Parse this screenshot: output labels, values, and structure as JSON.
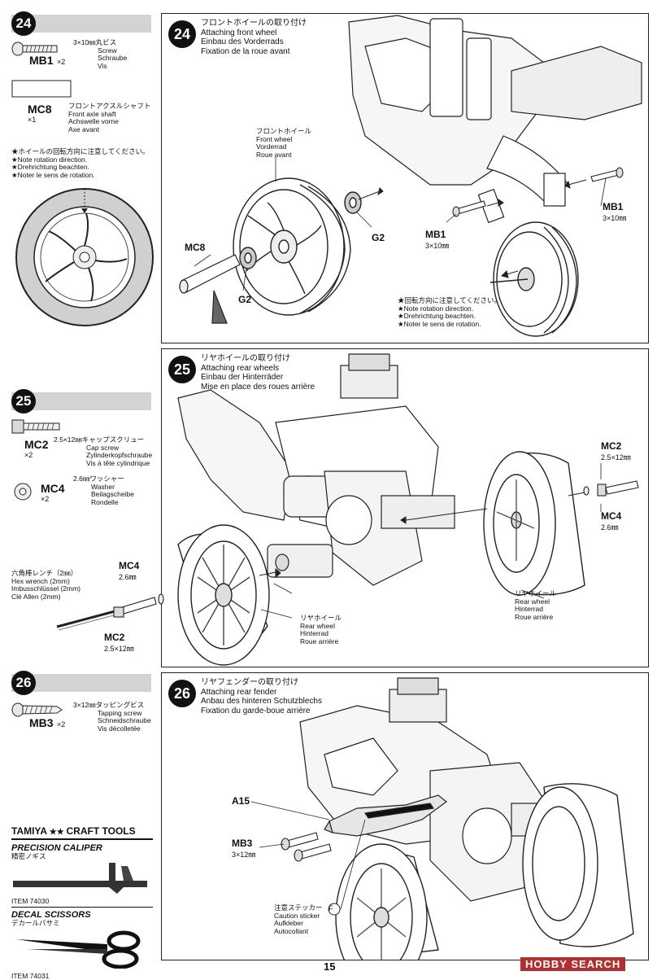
{
  "page_number": "15",
  "left_column": {
    "step24": {
      "number": "24",
      "parts": [
        {
          "code": "MB1",
          "qty": "×2",
          "desc_jp": "3×10㎜丸ビス",
          "desc": [
            "Screw",
            "Schraube",
            "Vis"
          ]
        },
        {
          "code": "MC8",
          "qty": "×1",
          "desc_jp": "フロントアクスルシャフト",
          "desc": [
            "Front axle shaft",
            "Achswelle vorne",
            "Axe avant"
          ]
        }
      ],
      "note": [
        "★ホイールの回転方向に注意してください。",
        "★Note rotation direction.",
        "★Drehrichtung beachten.",
        "★Noter le sens de rotation."
      ]
    },
    "step25": {
      "number": "25",
      "parts": [
        {
          "code": "MC2",
          "qty": "×2",
          "desc_jp": "2.5×12㎜キャップスクリュー",
          "desc": [
            "Cap screw",
            "Zylinderkopfschraube",
            "Vis à tête cylindrique"
          ]
        },
        {
          "code": "MC4",
          "qty": "×2",
          "desc_jp": "2.6㎜ワッシャー",
          "desc": [
            "Washer",
            "Beilagscheibe",
            "Rondelle"
          ]
        }
      ]
    },
    "step26": {
      "number": "26",
      "parts": [
        {
          "code": "MB3",
          "qty": "×2",
          "desc_jp": "3×12㎜タッピングビス",
          "desc": [
            "Tapping screw",
            "Schneidschraube",
            "Vis décolletée"
          ]
        }
      ]
    },
    "tools": {
      "brand": "TAMIYA",
      "brand_suffix": "CRAFT TOOLS",
      "items": [
        {
          "name": "PRECISION CALIPER",
          "name_jp": "精密ノギス",
          "item": "ITEM 74030"
        },
        {
          "name": "DECAL SCISSORS",
          "name_jp": "デカールバサミ",
          "item": "ITEM 74031"
        }
      ]
    }
  },
  "panels": {
    "p24": {
      "number": "24",
      "title": [
        "フロントホイールの取り付け",
        "Attaching front wheel",
        "Einbau des Vorderrads",
        "Fixation de la roue avant"
      ],
      "labels": {
        "front_wheel": [
          "フロントホイール",
          "Front wheel",
          "Vorderrad",
          "Roue avant"
        ],
        "mc8": "MC8",
        "g2_a": "G2",
        "g2_b": "G2",
        "mb1_a": "MB1",
        "mb1_a_size": "3×10㎜",
        "mb1_b": "MB1",
        "mb1_b_size": "3×10㎜",
        "note": [
          "★回転方向に注意してください。",
          "★Note rotation direction.",
          "★Drehrichtung beachten.",
          "★Noter le sens de rotation."
        ]
      }
    },
    "p25": {
      "number": "25",
      "title": [
        "リヤホイールの取り付け",
        "Attaching rear wheels",
        "Einbau der Hinterräder",
        "Mise en place des roues arrière"
      ],
      "labels": {
        "mc2_r": "MC2",
        "mc2_r_size": "2.5×12㎜",
        "mc4_r": "MC4",
        "mc4_r_size": "2.6㎜",
        "mc4_l": "MC4",
        "mc4_l_size": "2.6㎜",
        "mc2_l": "MC2",
        "mc2_l_size": "2.5×12㎜",
        "hex": [
          "六角棒レンチ（2㎜）",
          "Hex wrench (2mm)",
          "Imbusschlüssel (2mm)",
          "Clé Allen (2mm)"
        ],
        "rear_wheel_a": [
          "リヤホイール",
          "Rear wheel",
          "Hinterrad",
          "Roue arrière"
        ],
        "rear_wheel_b": [
          "リヤホイール",
          "Rear wheel",
          "Hinterrad",
          "Roue arrière"
        ]
      }
    },
    "p26": {
      "number": "26",
      "title": [
        "リヤフェンダーの取り付け",
        "Attaching rear fender",
        "Anbau des hinteren Schutzblechs",
        "Fixation du garde-boue arrière"
      ],
      "labels": {
        "a15": "A15",
        "mb3": "MB3",
        "mb3_size": "3×12㎜",
        "sticker": [
          "注意ステッカー",
          "Caution sticker",
          "Aufkleber",
          "Autocollant"
        ],
        "sticker_code": "F"
      }
    }
  },
  "watermark": "HOBBY SEARCH"
}
